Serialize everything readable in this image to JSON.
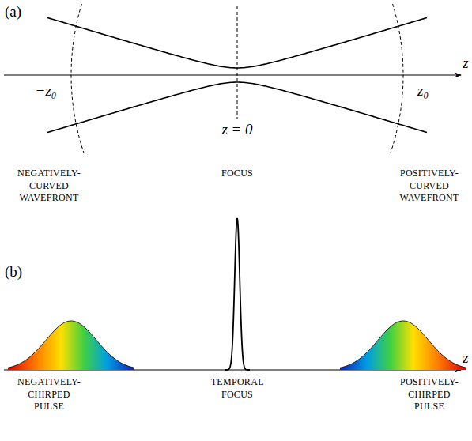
{
  "diagram": {
    "labels": [
      "(a)",
      "−z₀",
      "z₀",
      "z",
      "z = 0",
      "NEGATIVELY- CURVED WAVEFRONT",
      "FOCUS",
      "POSITIVELY- CURVED WAVEFRONT",
      "(b)",
      "z",
      "NEGATIVELY- CHIRPED PULSE",
      "TEMPORAL FOCUS",
      "POSITIVELY- CHIRPED PULSE"
    ]
  }
}
